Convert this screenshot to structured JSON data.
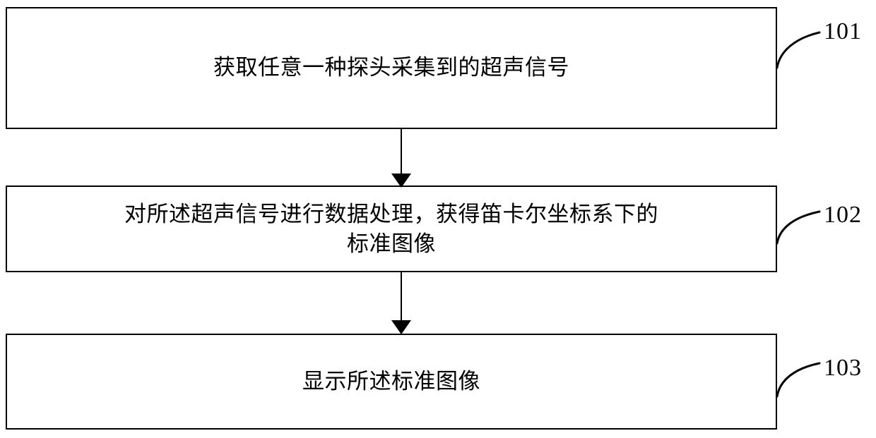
{
  "diagram": {
    "type": "flowchart",
    "title": "",
    "orientation": "vertical-top-to-bottom",
    "line_color": "#000000",
    "background_color": "#ffffff",
    "steps": [
      {
        "ref": "101",
        "text": "获取任意一种探头采集到的超声信号",
        "lines": [
          "获取任意一种探头采集到的超声信号"
        ]
      },
      {
        "ref": "102",
        "text": "对所述超声信号进行数据处理，获得笛卡尔坐标系下的\n标准图像",
        "lines": [
          "对所述超声信号进行数据处理，获得笛卡尔坐标系下的",
          "标准图像"
        ]
      },
      {
        "ref": "103",
        "text": "显示所述标准图像",
        "lines": [
          "显示所述标准图像"
        ]
      }
    ],
    "connectors": [
      {
        "from": "101",
        "to": "102",
        "style": "solid-arrow-down"
      },
      {
        "from": "102",
        "to": "103",
        "style": "solid-arrow-down"
      }
    ]
  }
}
